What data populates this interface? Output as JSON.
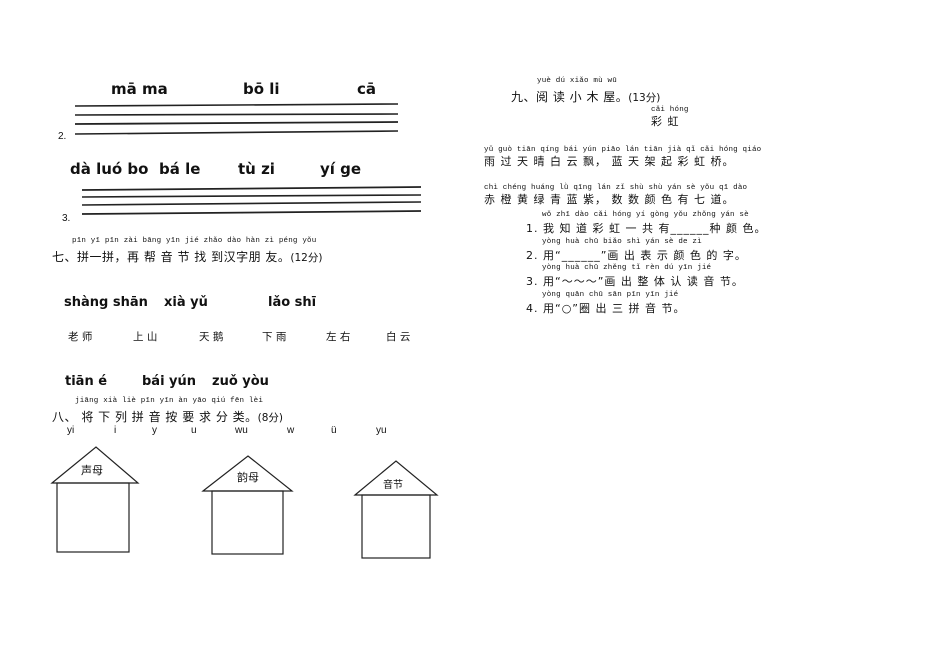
{
  "row1": {
    "items": [
      "mā ma",
      "bō li",
      "cā"
    ]
  },
  "row2": {
    "number": "2.",
    "items": [
      "dà luó bo",
      "bá le",
      "tù zi",
      "yí ge"
    ]
  },
  "row3": {
    "number": "3."
  },
  "q7": {
    "pinyin": "pīn yī pīn   zài bāng yīn jié zhǎo dào hàn zì péng yǒu",
    "title": "七、拼一拼，再 帮 音 节 找 到汉字朋 友。",
    "score": "(12分)",
    "pinyin_words_a": [
      "shàng shān",
      "xià yǔ",
      "lǎo shī"
    ],
    "hanzi_words": [
      "老 师",
      "上 山",
      "天 鹅",
      "下 雨",
      "左 右",
      "白 云"
    ],
    "pinyin_words_b": [
      "tiān é",
      "bái yún",
      "zuǒ yòu"
    ]
  },
  "q8": {
    "pinyin": "jiāng xià liè pīn yīn àn yāo qiú fēn lèi",
    "title": "八、 将  下  列  拼  音  按  要  求  分  类。",
    "score": "(8分)",
    "syllables": [
      "yi",
      "i",
      "y",
      "u",
      "wu",
      "w",
      "ü",
      "yu"
    ],
    "houses": [
      "声母",
      "韵母",
      "音节"
    ]
  },
  "q9": {
    "pinyin": "yuè dú xiǎo mù wū",
    "title": "九、阅 读 小 木 屋。",
    "score": "(13分)",
    "poem_title_pinyin": "cǎi hóng",
    "poem_title": "彩 虹",
    "line1_pinyin": "yǔ guò tiān qíng bái yún piāo    lán tiān jià qǐ cǎi hóng qiáo",
    "line1": "雨 过 天 晴 白 云 飘，   蓝 天 架 起 彩 虹 桥。",
    "line2_pinyin": "chì chéng huáng lǜ qīng lán zǐ    shù shù  yán  sè  yǒu qī dào",
    "line2": "赤 橙  黄  绿 青 蓝 紫，  数  数  颜  色 有 七 道。",
    "questions": [
      {
        "pinyin": "wǒ zhī dào cǎi hóng yí gòng yǒu           zhǒng yán sè",
        "text": "1. 我 知 道 彩 虹 一 共 有______种 颜 色。"
      },
      {
        "pinyin": "yòng             huà chū biǎo shì yán sè de zì",
        "text": "2. 用“______”画 出 表 示 颜 色 的 字。"
      },
      {
        "pinyin": "yòng            huà chū zhěng tǐ rèn dú yīn jié",
        "text": "3. 用“～～～”画 出 整 体 认 读 音 节。"
      },
      {
        "pinyin": "yòng          quān chū sān pīn yīn jié",
        "text": "4. 用“○”圈 出 三 拼 音 节。"
      }
    ]
  },
  "colors": {
    "ink": "#111111",
    "line": "#222222",
    "background": "#ffffff"
  }
}
